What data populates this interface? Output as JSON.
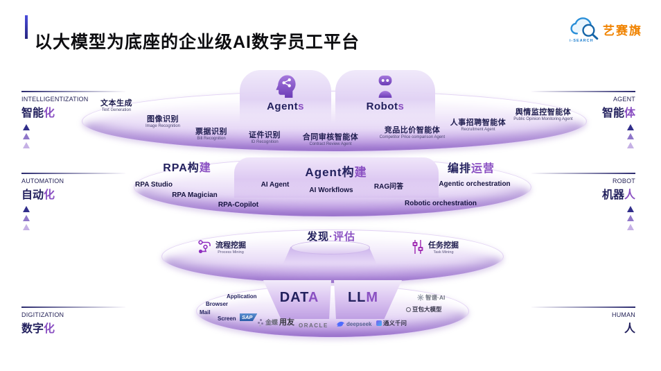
{
  "header": {
    "title": "以大模型为底座的企业级AI数字员工平台"
  },
  "logo": {
    "brand": "艺赛旗",
    "subtext": "i-SEARCH"
  },
  "side_labels": {
    "left": [
      {
        "en": "INTELLIGENTIZATION",
        "zh_main": "智能",
        "zh_accent": "化"
      },
      {
        "en": "AUTOMATION",
        "zh_main": "自动",
        "zh_accent": "化"
      },
      {
        "en": "DIGITIZATION",
        "zh_main": "数字",
        "zh_accent": "化"
      }
    ],
    "right": [
      {
        "en": "AGENT",
        "zh_main": "智能",
        "zh_accent": "体"
      },
      {
        "en": "ROBOT",
        "zh_main": "机器",
        "zh_accent": "人"
      },
      {
        "en": "HUMAN",
        "zh_main": "人",
        "zh_accent": ""
      }
    ]
  },
  "layer_agents": {
    "columns": [
      {
        "name_main": "Agent",
        "name_accent": "s",
        "icon": "agent-head-icon"
      },
      {
        "name_main": "Robot",
        "name_accent": "s",
        "icon": "robot-icon"
      }
    ],
    "capabilities": [
      {
        "zh": "文本生成",
        "en": "Text Generation"
      },
      {
        "zh": "图像识别",
        "en": "Image Recognition"
      },
      {
        "zh": "票据识别",
        "en": "Bill Recognition"
      },
      {
        "zh": "证件识别",
        "en": "ID Recognition"
      },
      {
        "zh": "合同审核智能体",
        "en": "Contract Review Agent"
      },
      {
        "zh": "竞品比价智能体",
        "en": "Competitor Price comparison Agent"
      },
      {
        "zh": "人事招聘智能体",
        "en": "Recruitment Agent"
      },
      {
        "zh": "舆情监控智能体",
        "en": "Public Opinion Monitoring Agent"
      }
    ]
  },
  "layer_build": {
    "sections": [
      {
        "title_main": "RPA构",
        "title_accent": "建"
      },
      {
        "title_main": "Agent构",
        "title_accent": "建"
      },
      {
        "title_main": "编排",
        "title_accent": "运营"
      }
    ],
    "items": [
      "RPA Studio",
      "RPA Magician",
      "RPA-Copilot",
      "AI Agent",
      "AI Workflows",
      "RAG问答",
      "Agentic orchestration",
      "Robotic orchestration"
    ]
  },
  "layer_discovery": {
    "title_main": "发现",
    "title_accent": "·评估",
    "items": [
      {
        "zh": "流程挖掘",
        "en": "Process Mining",
        "icon": "process-mining-icon"
      },
      {
        "zh": "任务挖掘",
        "en": "Task Mining",
        "icon": "task-mining-icon"
      }
    ]
  },
  "layer_foundation": {
    "columns": [
      {
        "name_main": "DAT",
        "name_accent": "A"
      },
      {
        "name_main": "LL",
        "name_accent": "M"
      }
    ],
    "data_sources": [
      "Mail",
      "Browser",
      "Application",
      "Screen"
    ],
    "vendors": [
      "SAP",
      "金蝶",
      "用友",
      "ORACLE"
    ],
    "llm_vendors": [
      "deepseek",
      "通义千问",
      "豆包大模型",
      "智谱·AI"
    ]
  },
  "colors": {
    "dark_navy": "#23215e",
    "accent_purple": "#8a50c2",
    "platform_purple": "#a981d7",
    "brand_orange": "#f08300",
    "brand_blue": "#1d7fd0"
  }
}
